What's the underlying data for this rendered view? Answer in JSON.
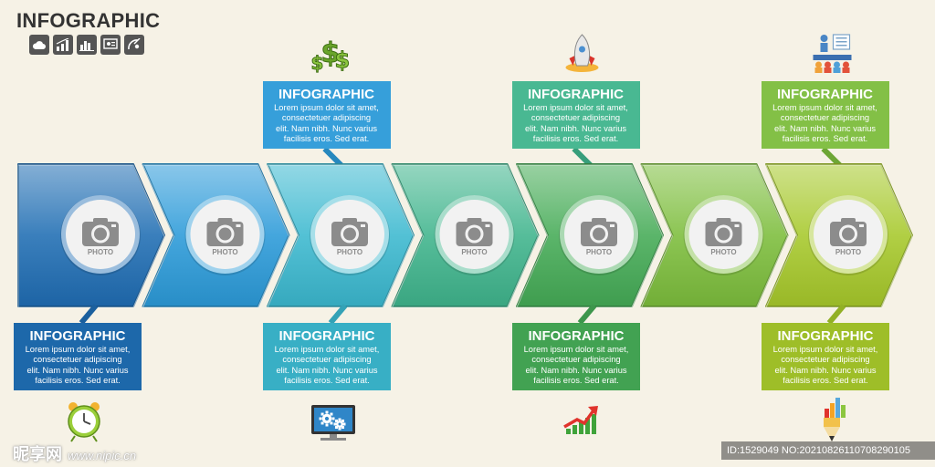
{
  "header": {
    "title": "INFOGRAPHIC",
    "icons": [
      "cloud-icon",
      "bar-chart-icon",
      "column-chart-icon",
      "presentation-icon",
      "satellite-icon"
    ]
  },
  "steps": [
    {
      "color": "#1f6db3",
      "photo_label": "PHOTO",
      "box_position": "bottom",
      "icon": "alarm-clock-icon",
      "box": {
        "title": "INFOGRAPHIC",
        "lines": [
          "Lorem ipsum dolor sit amet,",
          "consectetuer adipiscing",
          "elit. Nam nibh. Nunc varius",
          "facilisis eros. Sed erat."
        ]
      }
    },
    {
      "color": "#2b9ad8",
      "photo_label": "PHOTO",
      "box_position": "top",
      "icon": "dollar-icon",
      "box": {
        "title": "INFOGRAPHIC",
        "lines": [
          "Lorem ipsum dolor sit amet,",
          "consectetuer adipiscing",
          "elit. Nam nibh. Nunc varius",
          "facilisis eros. Sed erat."
        ]
      }
    },
    {
      "color": "#3bb8cf",
      "photo_label": "PHOTO",
      "box_position": "bottom",
      "icon": "monitor-gears-icon",
      "box": {
        "title": "INFOGRAPHIC",
        "lines": [
          "Lorem ipsum dolor sit amet,",
          "consectetuer adipiscing",
          "elit. Nam nibh. Nunc varius",
          "facilisis eros. Sed erat."
        ]
      }
    },
    {
      "color": "#3fb48c",
      "photo_label": "PHOTO",
      "box_position": "top",
      "icon": "rocket-icon",
      "box": {
        "title": "INFOGRAPHIC",
        "lines": [
          "Lorem ipsum dolor sit amet,",
          "consectetuer adipiscing",
          "elit. Nam nibh. Nunc varius",
          "facilisis eros. Sed erat."
        ]
      }
    },
    {
      "color": "#45ab56",
      "photo_label": "PHOTO",
      "box_position": "bottom",
      "icon": "growth-chart-icon",
      "box": {
        "title": "INFOGRAPHIC",
        "lines": [
          "Lorem ipsum dolor sit amet,",
          "consectetuer adipiscing",
          "elit. Nam nibh. Nunc varius",
          "facilisis eros. Sed erat."
        ]
      }
    },
    {
      "color": "#7cbd3c",
      "photo_label": "PHOTO",
      "box_position": "top",
      "icon": "presenter-audience-icon",
      "box": {
        "title": "INFOGRAPHIC",
        "lines": [
          "Lorem ipsum dolor sit amet,",
          "consectetuer adipiscing",
          "elit. Nam nibh. Nunc varius",
          "facilisis eros. Sed erat."
        ]
      }
    },
    {
      "color": "#a6c82a",
      "photo_label": "PHOTO",
      "box_position": "bottom",
      "icon": "pencil-bars-icon",
      "box": {
        "title": "INFOGRAPHIC",
        "lines": [
          "Lorem ipsum dolor sit amet,",
          "consectetuer adipiscing",
          "elit. Nam nibh. Nunc varius",
          "facilisis eros. Sed erat."
        ]
      }
    }
  ],
  "watermark": {
    "brand": "昵享网",
    "url": "www.nipic.cn"
  },
  "image_id": "ID:1529049 NO:20210826110708290105"
}
